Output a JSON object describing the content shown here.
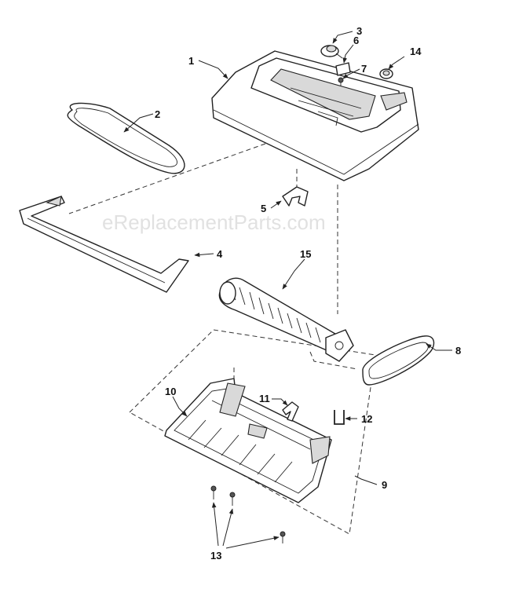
{
  "watermark": "eReplacementParts.com",
  "callouts": [
    "1",
    "2",
    "3",
    "4",
    "5",
    "6",
    "7",
    "8",
    "9",
    "10",
    "11",
    "12",
    "13",
    "14",
    "15"
  ]
}
